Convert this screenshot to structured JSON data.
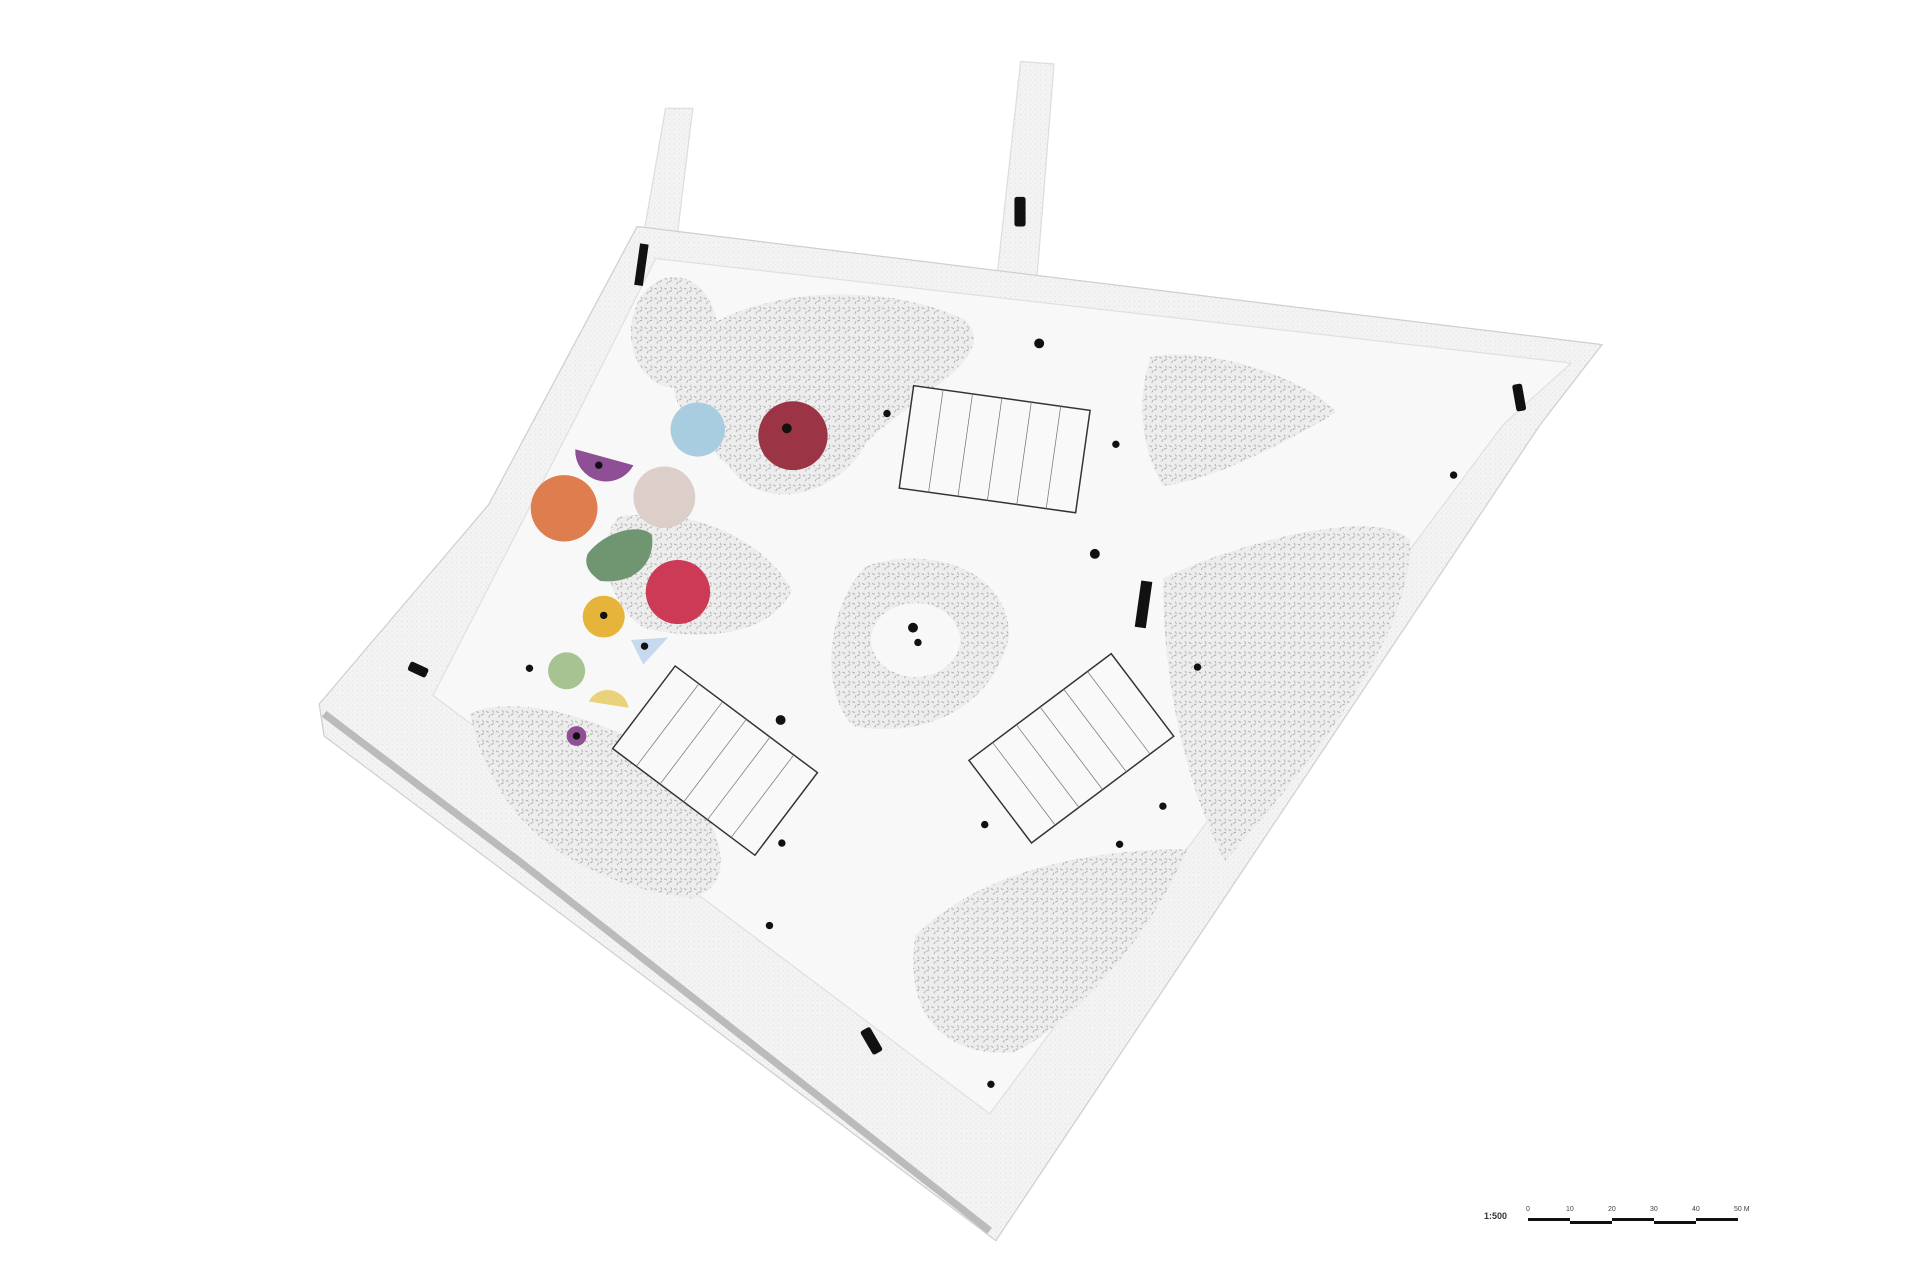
{
  "plan": {
    "scale_ratio": "1:500",
    "scale_ticks": [
      "0",
      "10",
      "20",
      "30",
      "40",
      "50 M"
    ],
    "colors": {
      "ground": "#f4f4f4",
      "path": "#e6e6e6",
      "vegetation": "#c9c9c9",
      "blue": "#a9cde0",
      "maroon": "#9b3445",
      "purple": "#8e4f94",
      "orange": "#de7d4d",
      "beige": "#dccfc9",
      "green": "#6f9671",
      "red": "#cc3a55",
      "yellow": "#e6b43a",
      "lightblue": "#c7d9ef",
      "sage": "#a8c392",
      "pale_yellow": "#e9d27a"
    }
  }
}
